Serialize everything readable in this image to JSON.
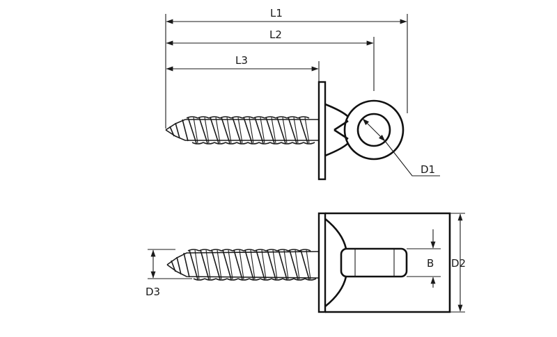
{
  "diagram": {
    "labels": {
      "L1": "L1",
      "L2": "L2",
      "L3": "L3",
      "D1": "D1",
      "D2": "D2",
      "D3": "D3",
      "B": "B"
    },
    "stroke_color": "#1a1a1a",
    "background_color": "#ffffff"
  }
}
